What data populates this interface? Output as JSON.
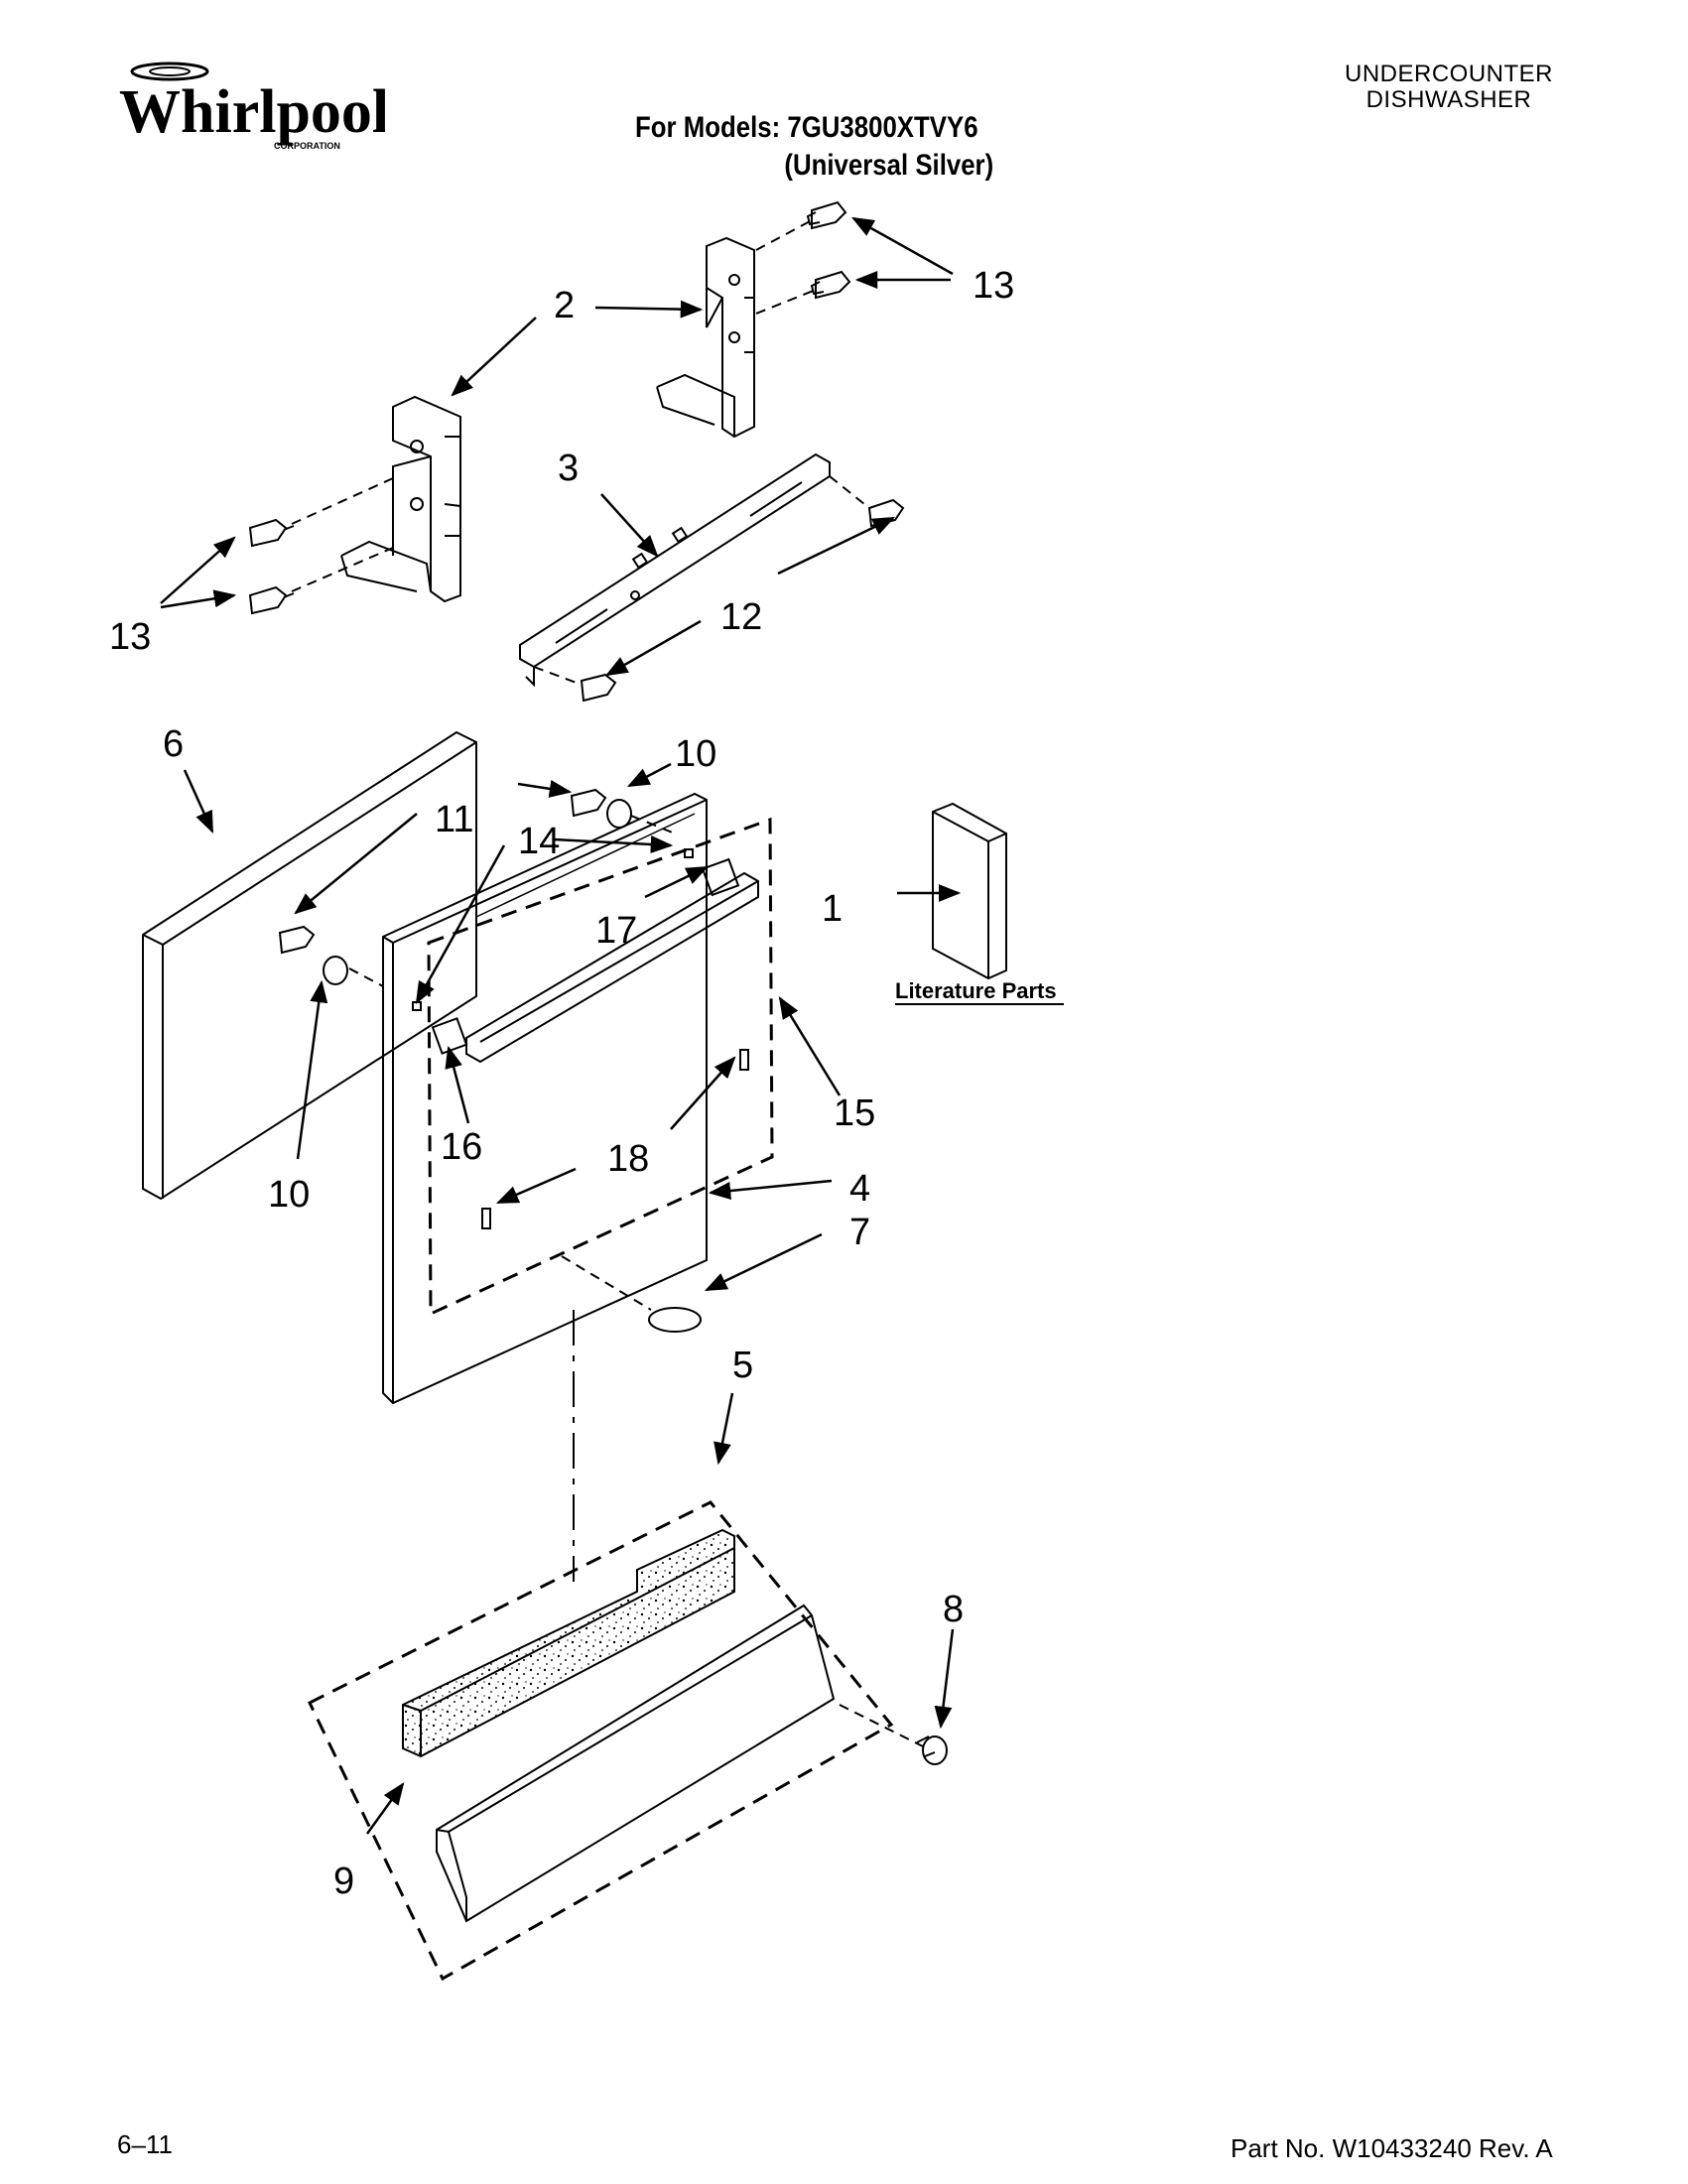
{
  "brand": {
    "logo_text": "Whirlpool",
    "logo_subtext": "CORPORATION"
  },
  "header": {
    "product_line1": "UNDERCOUNTER",
    "product_line2": "DISHWASHER",
    "models_line1": "For Models: 7GU3800XTVY6",
    "models_line2": "(Universal Silver)"
  },
  "diagram": {
    "callouts": [
      "1",
      "2",
      "3",
      "4",
      "5",
      "6",
      "7",
      "8",
      "9",
      "10",
      "11",
      "12",
      "13",
      "14",
      "15",
      "16",
      "17",
      "18"
    ],
    "literature_label": "Literature Parts"
  },
  "footer": {
    "page_code": "6–11",
    "part_number": "Part No. W10433240 Rev. A"
  }
}
